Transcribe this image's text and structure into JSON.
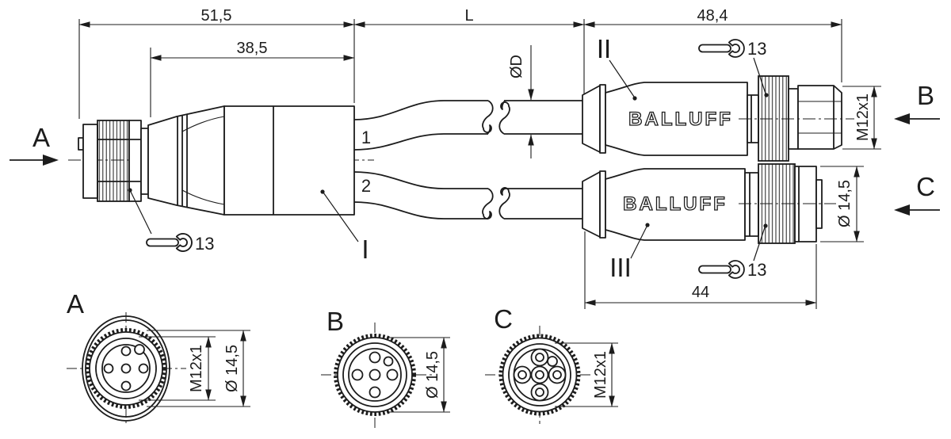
{
  "side_view": {
    "dim_splitter_total": "51,5",
    "dim_splitter_body": "38,5",
    "dim_cable_length": "L",
    "dim_connector_length": "48,4",
    "dim_cable_diameter": "ØD",
    "dim_thread": "M12x1",
    "dim_nut_diameter": "Ø 14,5",
    "dim_coupling_length": "44",
    "wire_1": "1",
    "wire_2": "2",
    "part_splitter": "I",
    "part_connector_top": "II",
    "part_connector_bottom": "III",
    "view_arrow_a": "A",
    "view_arrow_b": "B",
    "view_arrow_c": "C",
    "wrench_size_a": "13",
    "wrench_size_b": "13",
    "wrench_size_c": "13",
    "brand_top": "BALLUFF",
    "brand_bottom": "BALLUFF"
  },
  "face_views": {
    "a": {
      "label": "A",
      "dim_thread": "M12x1",
      "dim_diameter": "Ø 14,5"
    },
    "b": {
      "label": "B",
      "dim_diameter": "Ø 14,5"
    },
    "c": {
      "label": "C",
      "dim_thread": "M12x1"
    }
  },
  "colors": {
    "line": "#1c1c1c",
    "background": "#ffffff"
  }
}
